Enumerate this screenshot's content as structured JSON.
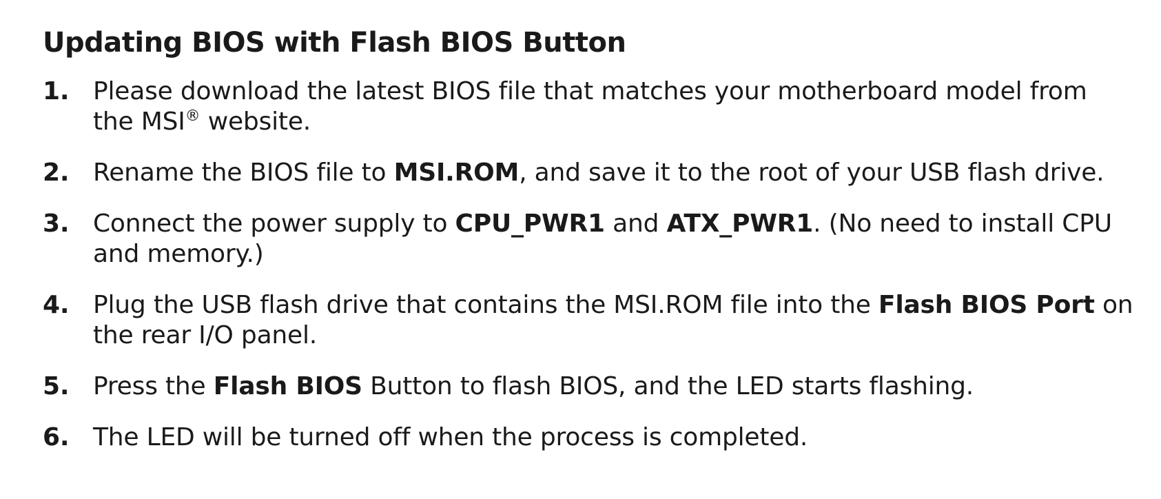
{
  "heading": "Updating BIOS with Flash BIOS Button",
  "steps": [
    {
      "number": "1.",
      "segments": [
        {
          "text": "Please download the latest BIOS file that matches your motherboard model from the MSI"
        },
        {
          "text": "®",
          "sup": true
        },
        {
          "text": " website."
        }
      ]
    },
    {
      "number": "2.",
      "segments": [
        {
          "text": "Rename the BIOS file to "
        },
        {
          "text": "MSI.ROM",
          "bold": true
        },
        {
          "text": ", and save it to the root of your USB flash drive."
        }
      ]
    },
    {
      "number": "3.",
      "segments": [
        {
          "text": "Connect the power supply to "
        },
        {
          "text": "CPU_PWR1",
          "bold": true
        },
        {
          "text": " and "
        },
        {
          "text": "ATX_PWR1",
          "bold": true
        },
        {
          "text": ". (No need to install CPU and memory.)"
        }
      ]
    },
    {
      "number": "4.",
      "segments": [
        {
          "text": "Plug the USB flash drive that contains the MSI.ROM file into the "
        },
        {
          "text": "Flash BIOS Port",
          "bold": true
        },
        {
          "text": " on the rear I/O panel."
        }
      ]
    },
    {
      "number": "5.",
      "segments": [
        {
          "text": "Press the "
        },
        {
          "text": "Flash BIOS",
          "bold": true
        },
        {
          "text": " Button to flash BIOS, and the LED starts flashing."
        }
      ]
    },
    {
      "number": "6.",
      "segments": [
        {
          "text": "The LED will be turned off when the process is completed."
        }
      ]
    }
  ]
}
